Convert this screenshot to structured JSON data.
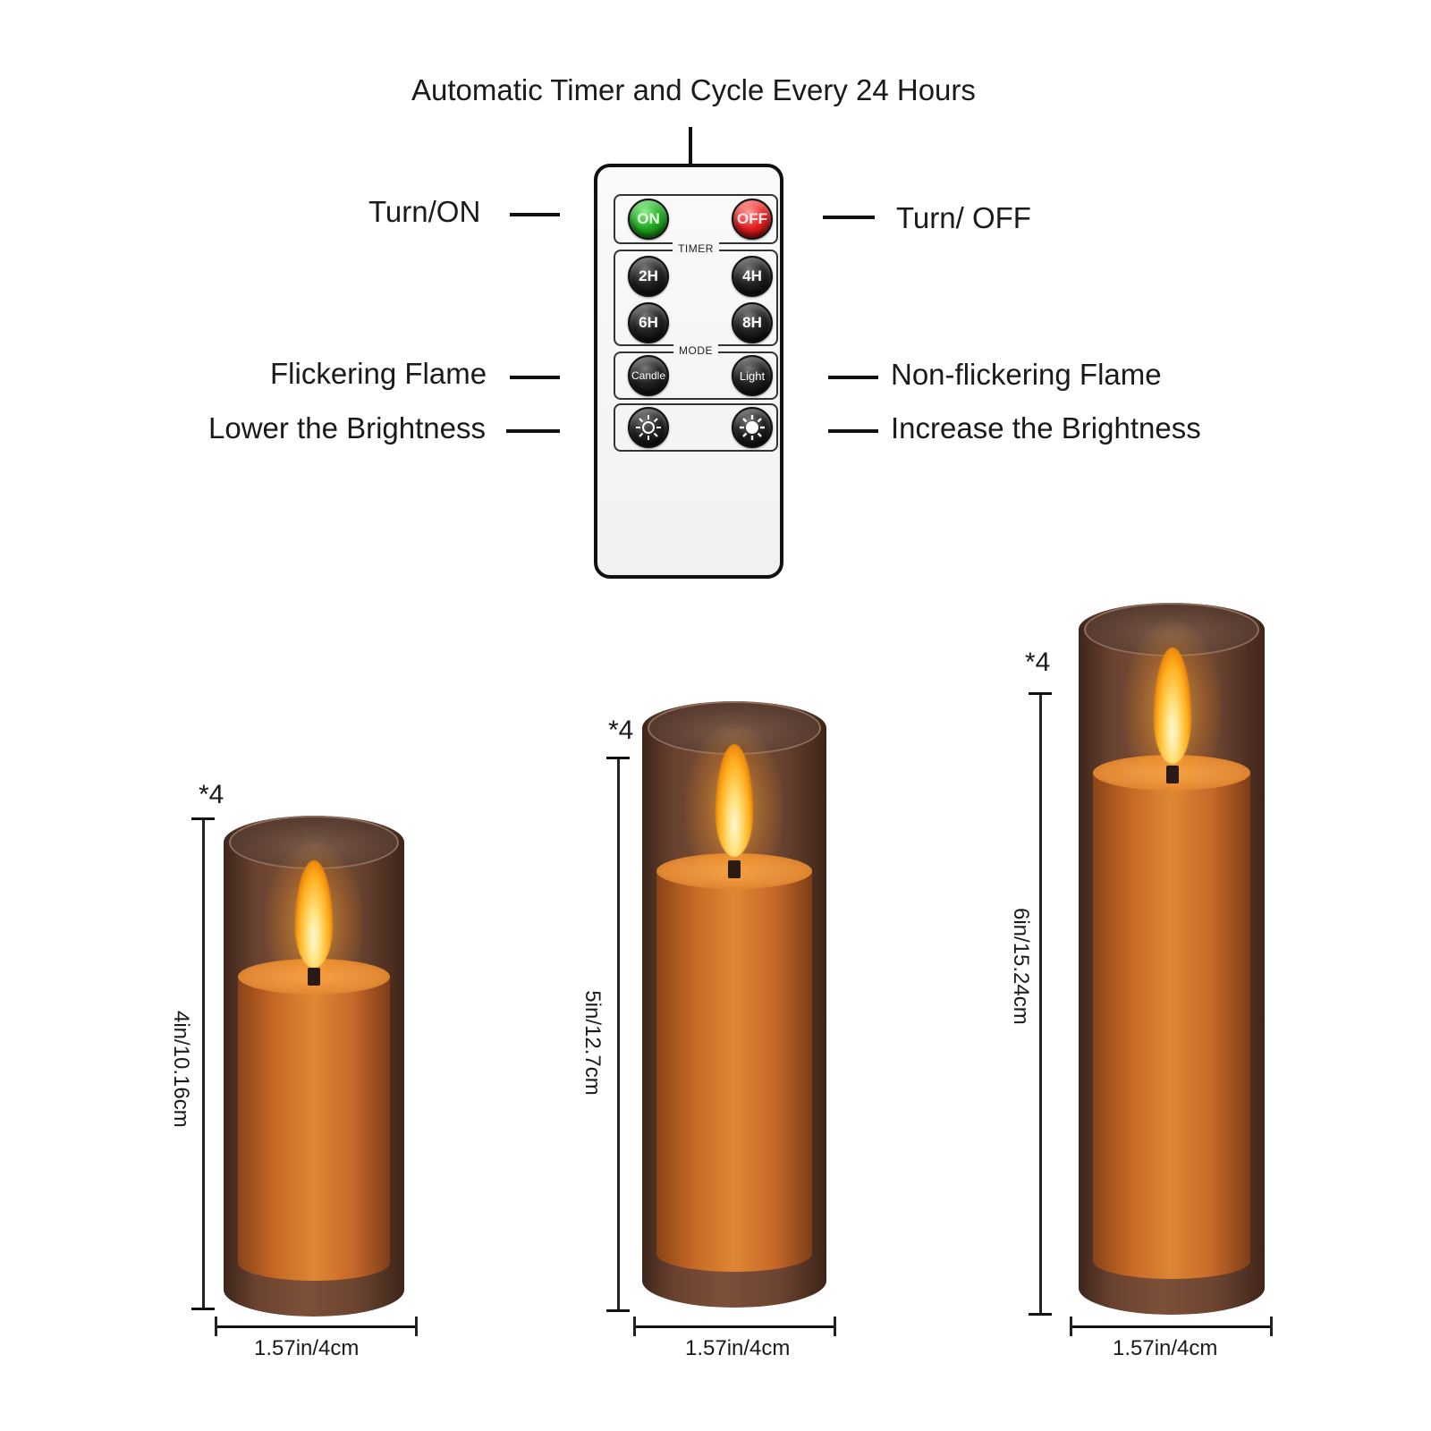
{
  "header": {
    "timer_caption": "Automatic Timer and Cycle Every 24 Hours"
  },
  "callouts": {
    "turn_on": "Turn/ON",
    "turn_off": "Turn/ OFF",
    "flickering": "Flickering Flame",
    "non_flickering": "Non-flickering Flame",
    "lower_brightness": "Lower the Brightness",
    "increase_brightness": "Increase the Brightness"
  },
  "remote": {
    "on_label": "ON",
    "off_label": "OFF",
    "timer_title": "TIMER",
    "timer_2h": "2H",
    "timer_4h": "4H",
    "timer_6h": "6H",
    "timer_8h": "8H",
    "mode_title": "MODE",
    "mode_candle": "Candle",
    "mode_light": "Light"
  },
  "candles": [
    {
      "count": "*4",
      "height_label": "4in/10.16cm",
      "width_label": "1.57in/4cm"
    },
    {
      "count": "*4",
      "height_label": "5in/12.7cm",
      "width_label": "1.57in/4cm"
    },
    {
      "count": "*4",
      "height_label": "6in/15.24cm",
      "width_label": "1.57in/4cm"
    }
  ],
  "colors": {
    "glass": "#6a4230",
    "wax": "#dd8733",
    "flame": "#ffb020"
  }
}
